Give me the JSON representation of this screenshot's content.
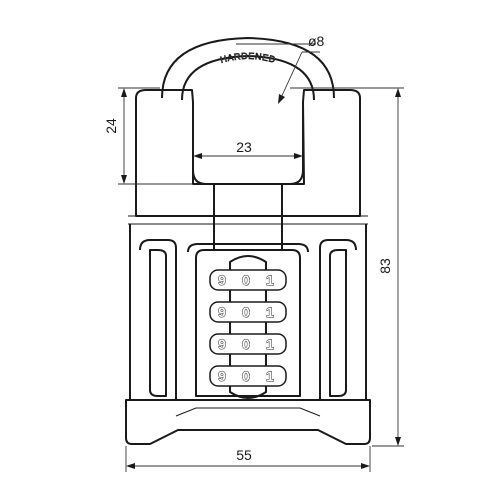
{
  "dimensions": {
    "shackle_diameter": "ø8",
    "shackle_clearance_height": "24",
    "inner_width": "23",
    "total_height": "83",
    "body_width": "55"
  },
  "shackle_marking": "HARDENED",
  "dials": [
    [
      "9",
      "0",
      "1"
    ],
    [
      "9",
      "0",
      "1"
    ],
    [
      "9",
      "0",
      "1"
    ],
    [
      "9",
      "0",
      "1"
    ]
  ]
}
